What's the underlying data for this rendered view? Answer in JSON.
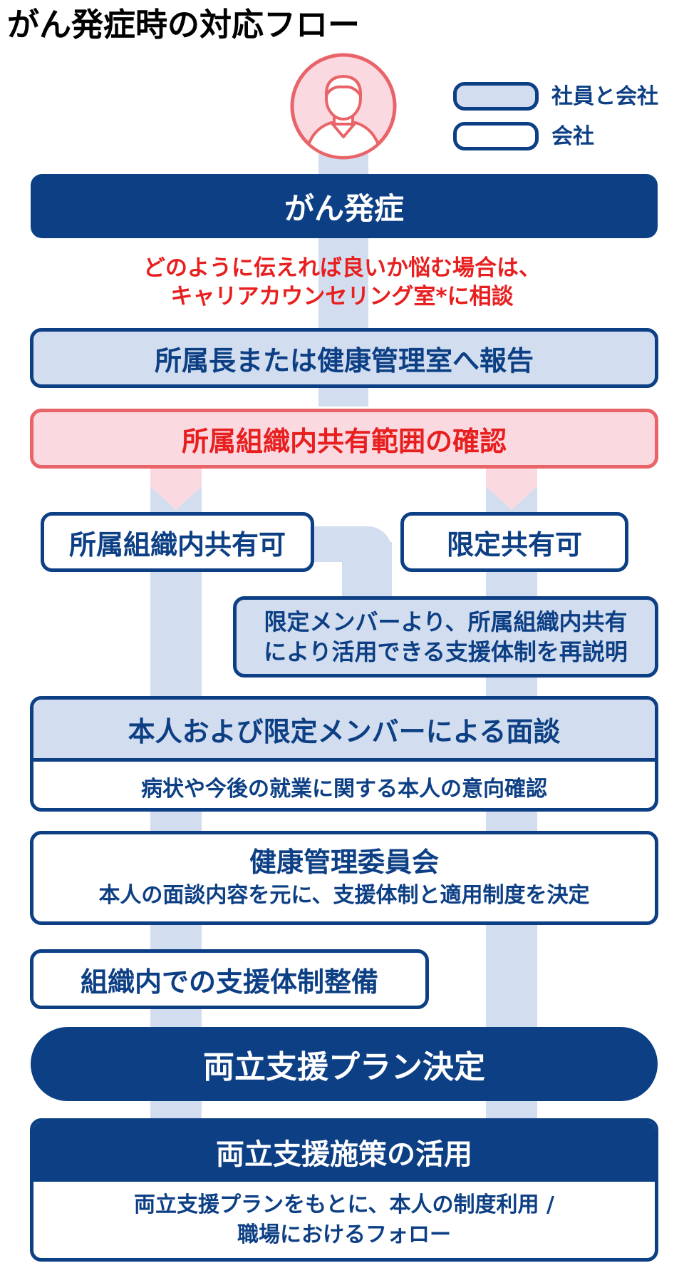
{
  "title": "がん発症時の対応フロー",
  "legend": [
    {
      "label": "社員と会社",
      "fill": "#d2deef"
    },
    {
      "label": "会社",
      "fill": "#ffffff"
    }
  ],
  "colors": {
    "navy": "#0d3f85",
    "light_blue": "#d2deef",
    "pink": "#fbd9e1",
    "red": "#e81f1f",
    "coral": "#e96469"
  },
  "icons": {
    "start": "employee-avatar-icon"
  },
  "flow": {
    "onset": "がん発症",
    "note_line1": "どのように伝えれば良いか悩む場合は、",
    "note_line2": "キャリアカウンセリング室*に相談",
    "report": "所属長または健康管理室へ報告",
    "confirm_scope": "所属組織内共有範囲の確認",
    "share_ok": "所属組織内共有可",
    "limited_share": "限定共有可",
    "re_explain_line1": "限定メンバーより、所属組織内共有",
    "re_explain_line2": "により活用できる支援体制を再説明",
    "interview_title": "本人および限定メンバーによる面談",
    "interview_body": "病状や今後の就業に関する本人の意向確認",
    "committee_title": "健康管理委員会",
    "committee_body": "本人の面談内容を元に、支援体制と適用制度を決定",
    "org_support": "組織内での支援体制整備",
    "plan_decision": "両立支援プラン決定",
    "measures_title": "両立支援施策の活用",
    "measures_body_line1": "両立支援プランをもとに、本人の制度利用 /",
    "measures_body_line2": "職場におけるフォロー"
  }
}
